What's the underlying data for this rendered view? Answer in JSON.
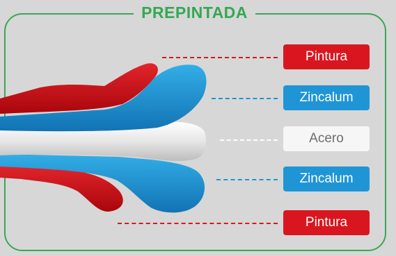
{
  "title": "PREPINTADA",
  "labels": {
    "pintura_top": "Pintura",
    "zincalum_top": "Zincalum",
    "acero": "Acero",
    "zincalum_bottom": "Zincalum",
    "pintura_bottom": "Pintura"
  },
  "colors": {
    "frame_green": "#3aa657",
    "title_green": "#34a853",
    "paint_red": "#d9161f",
    "zinc_blue": "#1f95d6",
    "steel_white": "#f6f6f6",
    "background": "#d7d7d7"
  }
}
